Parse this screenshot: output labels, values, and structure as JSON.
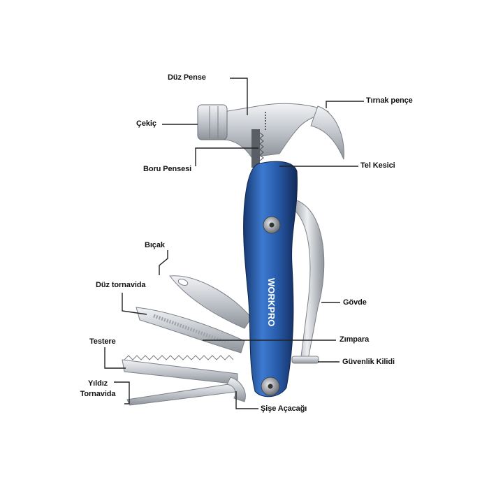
{
  "colors": {
    "handle": "#2a5fb0",
    "handle_dark": "#16376e",
    "steel": "#c9ccd1",
    "steel_dark": "#8a8f96",
    "leader": "#222222"
  },
  "brand": "WORKPRO",
  "labels": {
    "duz_pense": "Düz Pense",
    "tirnak_pence": "Tırnak pençe",
    "cekic": "Çekiç",
    "boru_pensesi": "Boru Pensesi",
    "tel_kesici": "Tel Kesici",
    "bicak": "Bıçak",
    "duz_tornavida": "Düz tornavida",
    "govde": "Gövde",
    "testere": "Testere",
    "zimpara": "Zımpara",
    "guvenlik_kilidi": "Güvenlik Kilidi",
    "yildiz_line1": "Yıldız",
    "yildiz_line2": "Tornavida",
    "sise_acacagi": "Şişe Açacağı"
  }
}
